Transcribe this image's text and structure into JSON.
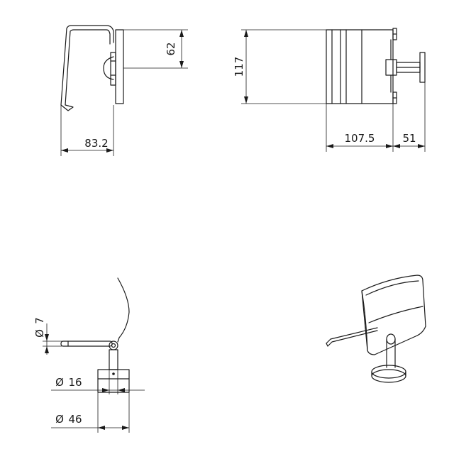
{
  "colors": {
    "line": "#1a1a1a",
    "background": "#ffffff"
  },
  "dimensions": {
    "side_height": "62",
    "side_width": "83.2",
    "front_height": "117",
    "front_width": "107.5",
    "front_depth": "51",
    "pin_diameter": "7",
    "arm_diameter": "16",
    "base_diameter": "46"
  },
  "diameter_symbol": "Ø"
}
